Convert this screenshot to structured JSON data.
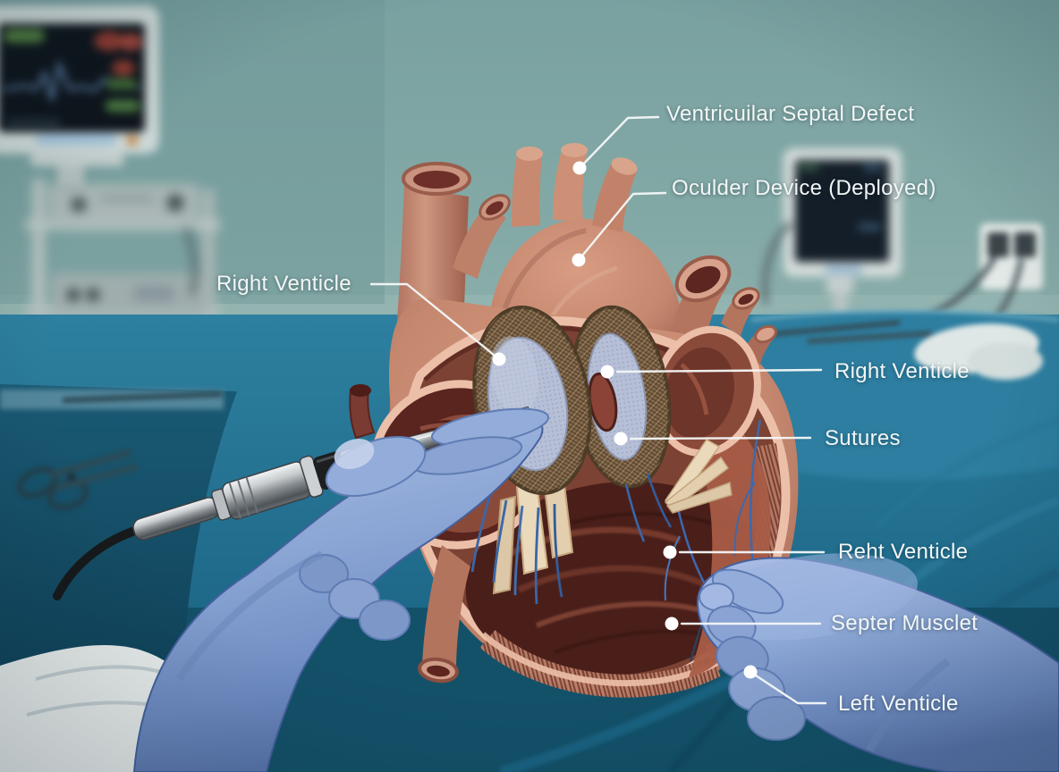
{
  "annotations": {
    "items": [
      {
        "text": "Ventricuilar Septal Defect"
      },
      {
        "text": "Oculder Device (Deployed)"
      },
      {
        "text": "Right Venticle"
      },
      {
        "text": "Right Venticle"
      },
      {
        "text": "Sutures"
      },
      {
        "text": "Reht Venticle"
      },
      {
        "text": "Septer Musclet"
      },
      {
        "text": "Left Venticle"
      }
    ]
  },
  "colors": {
    "wall_teal": "#7fa6a4",
    "drape_teal": "#2a7b9b",
    "drape_dark_teal": "#11455c",
    "heart_salmon": "#c5886f",
    "heart_interior_maroon": "#5e2a24",
    "cut_rim_pink": "#ecbfa9",
    "occluder_mesh_brown": "#8c7156",
    "occluder_center_lavender": "#b6bfd6",
    "suture_blue": "#3e6cae",
    "glove_blue": "#8ca7d6",
    "sleeve_white": "#e9edec",
    "catheter_metal": "#b9bec2",
    "cable_black": "#17191b",
    "label_text": "#f2f6f6"
  }
}
